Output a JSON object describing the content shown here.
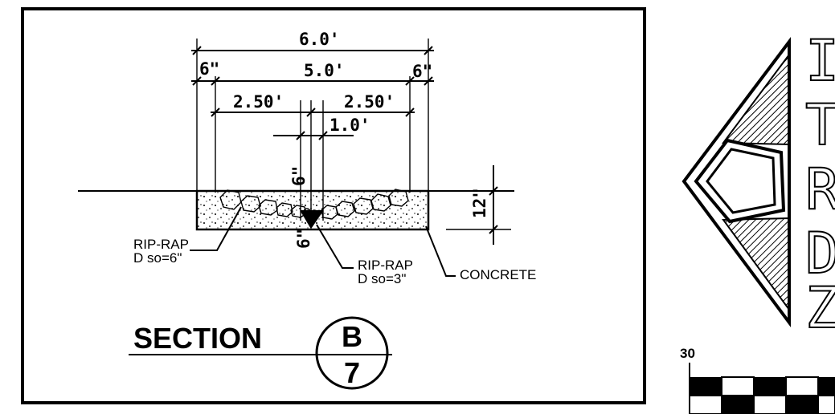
{
  "dimensions": {
    "overall": "6.0'",
    "inner": "5.0'",
    "side_left": "6\"",
    "side_right": "6\"",
    "half_left": "2.50'",
    "half_right": "2.50'",
    "center": "1.0'",
    "center_depth_top": "6\"",
    "center_depth_bottom": "6\"",
    "thickness": "12\""
  },
  "labels": {
    "riprap_left_line1": "RIP-RAP",
    "riprap_left_line2": "D so=6\"",
    "riprap_center_line1": "RIP-RAP",
    "riprap_center_line2": "D so=3\"",
    "concrete": "CONCRETE"
  },
  "section": {
    "word": "SECTION",
    "letter": "B",
    "sheet": "7"
  },
  "scale": {
    "start_label": "30"
  },
  "colors": {
    "ink": "#000000",
    "paper": "#ffffff"
  }
}
